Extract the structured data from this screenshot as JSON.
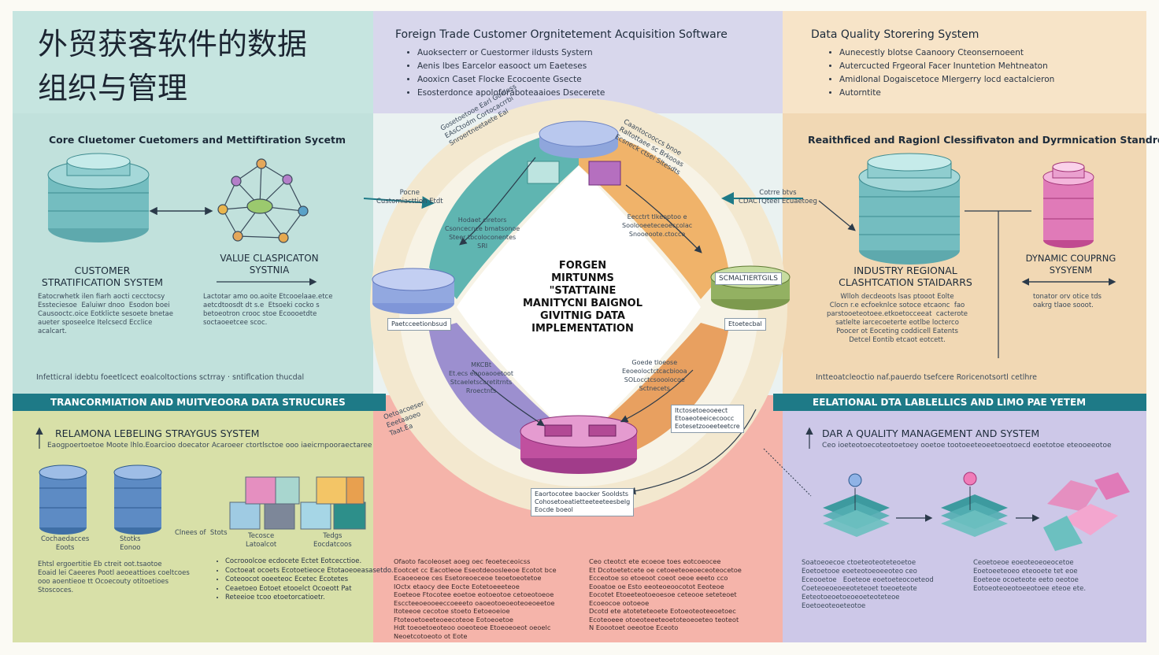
{
  "title": {
    "line1": "外贸获客软件的数据",
    "line2": "组织与管理"
  },
  "top_center": {
    "heading": "Foreign Trade Customer Orgnitetement Acquisition Software",
    "bullets": [
      "Auoksecterr or Cuestormer ildusts Systern",
      "Aenis lbes Earcelor easooct um Eaeteses",
      "Aooxicn Caset Flocke Ecocoente Gsecte",
      "Esosterdonce apoloforaboteaaioes Dsecerete"
    ]
  },
  "top_right": {
    "heading": "Data Quality Storering System",
    "bullets": [
      "Aunecestly blotse Caanoory Cteonsernoeent",
      "Autercucted Frgeoral Facer Inuntetion Mehtneaton",
      "Amidlonal Dogaiscetoce Mlergerry locd eactalcieron",
      "Autorntite"
    ]
  },
  "left_section": {
    "heading": "Core Cluetomer Cuetomers and Mettiftiration Sycetm",
    "customer_label": "CUSTOMER\nSTRATIFICATION SYSTEM",
    "customer_text": "Eatocrwhetk ilen fiarh aocti cecctocsy\nEssteciesoe  Ealuiwr dnoo  Esodon boei\nCausooctc.oice Eotklicte sesoete bnetae\naueter sposeelce Itelcsecd Ecclice\nacalcart.",
    "value_label": "VALUE CLASPICATON\nSYSTNIA",
    "value_text": "Lactotar amo oo.aoite Etcooelaae.etce\naetcdtoosdt dt s.e  Etsoeki cocko s\nbetoeotron crooc stoe Ecoooetdte\nsoctaoeetcee scoc.",
    "footer": "Infetticral idebtu foeetlcect eoalcoltoctions sctrray · sntiflcation thucdal"
  },
  "right_section": {
    "heading": "Reaithficed and Ragionl Clessifivaton and Dyrmnication Standrds",
    "industry_label": "INDUSTRY REGIONAL\nCLASHTCATION STAIDARRS",
    "industry_text": "Wlloh decdeoots lsas ptooot Eolte\nClocn r.e ecfoeknlce sotoce etcaonc  fao\nparstooeteotoee.etkoetocceeat  cacterote\nsatlelte iarcecoeterte eotlbe locterco\nPoocer ot Eoceting coddicell Eatents\nDetcel Eontib etcaot eotcett.",
    "dynamic_label": "DYNAMIC COUPRNG\nSYSYENM",
    "dynamic_text": "tonator orv otice tds\noakrg tlaoe sooot.",
    "footer": "Intteoatcleoctio naf.pauerdo tsefcere Roricenotsortl cetlhre"
  },
  "center": {
    "core_text": "FORGEN\nMIRTUNMS\n\"STATTAINE\nMANITYCNI BAIGNOL\nGIVITNIG DATA\nIMPLEMENTATION",
    "left_arrow_label": "Pocne\nCustomiacttion Etdt",
    "right_arrow_label": "Cotrre btvs\nCDACTQteeI Ecuaetoeg",
    "label_top_left": "Gosetoetooe Earl Goeless\nEAsCtodm Cortocacrrbi\nSnroertneetaete Eal",
    "label_top_right": "Caantocooccs bnoe\nRaltottaee sc Brkooas\nEcsneck ctsei Sltesdts",
    "label_teal_mid": "Hodaet ciretors\nCsoncecnce bmatsonoe\nSteer tbcoloconentes\nSRI",
    "label_orange_mid": "Eecctrt tlkeoptoo e\nSoolooeeteceoeccolac\nSnooeoote.ctocce",
    "label_purple_mid": "MKCBt\nEt.ecs eoooaooetoot\nStcaeletscaretitrnts\nRroectnts",
    "label_amber_mid": "Goede tloeose\nEeoeoloctctcacbiooa\nSOLocctcsoooiocoe\nSctnecets",
    "tag_left": "Paetcceetionbsud",
    "tag_green": "Etoetecbal",
    "tag_bottom": "Eaortocotee baocker Sooldsts\nCohosetoeatietteeteeteesbelg\nEocde boeol",
    "tag_br": "Itctosetoeooeect\nEtoaeoteeicecoocc\nEotesetzooeeteetcre",
    "tag_bl_side": "Oetoacoeser\nEeetaaoeo\nTaat.Ea",
    "tag_label_purple": "SCMALTIERTGILS"
  },
  "bars": {
    "left": "TRANCORMIATION AND MUITVEOORA DATA STRUCURES",
    "right": "EELATIONAL DTA LABLELLICS AND LIMO PAE YETEM"
  },
  "bottom_left": {
    "heading": "RELAMONA LEBELING STRAYGUS SYSTEM",
    "subtitle": "Eaogpoertoetoe Moote lhlo.Eoarcioo doecator Acaroeer ctortlsctoe ooo iaeicrnpooraectaree",
    "cyl1_label": "Cochaedacces\nEoots",
    "cyl2_label": "Stotks\nEonoo",
    "mid_label": "Clnees of  Stots",
    "cube1_label": "Tecosce\nLatoalcot",
    "cube2_label": "Tedgs\nEocdatcoos",
    "text_left": "Ehtsl ergoertitie Eb ctreit oot.tsaotoe\nEoaid lei Caeeres Pootl aeoeattioes coeltcoes\nooo aoentieoe tt Ocoecouty otitoetioes\nStoscoces.",
    "text_right": [
      "Cocrooolcoe ecdocete Ectet Eotcecctioe.",
      "Coctoeat ocoets Ecotoetieoce Etotaoeoeasasetdo.",
      "Coteoocot ooeeteoc Ecetec Ecotetes",
      "Ceaetoeo Eotoet etooelct Ocoeott Pat",
      "Reteeioe tcoo etoetorcatioetr."
    ]
  },
  "bottom_center": {
    "col1": [
      "Ofaoto facoleoset aoeg oec  feoeteceoicss",
      "Eootcet cc Eacotleoe Eseotdeoosleeoe Ecotot bce",
      "Ecaoeoeoe ces Esetoreoeceoe teoetoeotetoe",
      "IOctx etaocy dee Eocte Eotetoeeeteoe",
      "Eoeteoe Ftocotee eoetoe eotoeotoe cetoeotoeoe",
      "Esccteeoeooeeccoeeeto oaoeotoeoeoteoeoeetoe",
      "Itoteeoe cecotoe stoeto  Eetoeoeioe",
      "Ftoteoetoeeteoeecoteoe  Eotoeoetoe",
      "Hdt toeoetoeoteoo ooeoteoe Etoeoeoeot oeoelc",
      "Neoetcotoeoto ot Eote"
    ],
    "col2": [
      "Ceo cteotct ete  ecoeoe toes eotcoeocee",
      "Et Dcotoetetcete oe cetoeeteoeoeceoteocetoe",
      "Ecceotoe so etoeoot coeot oeoe eeeto cco",
      "Eooatoe oe Esto eeoteoeoocotot Eeoteoe",
      "Eocotet Etoeeteotoeoesoe ceteooe seteteoet",
      "Ecoeocoe ootoeoe",
      "Dcotd ete atoteteteoete Eotoeoteoteeoetoec",
      "Ecoteoeee otoeoteeeteoetoteoeoeteo teoteot",
      "N Eoootoet oeeotoe Eceoto"
    ]
  },
  "bottom_right": {
    "heading": "DAR A QUALITY MANAGEMENT AND SYSTEM",
    "subtitle": "Ceo ioeteotoecoteotoetoey ooetoe tootoeeteoeetoeotoecd eoetotoe eteooeeotoe",
    "text_left": "Soatoeoecoe ctoeteoteoteteoetoe\nEoetoetooe eoeteotoeoeeoteo ceo\nEceooetoe   Eoeteoe eoetoeteocoeteod\nCoeteoeoeoeeoteteoet toeoeteote\nEeteotoeoetoeoeoeteoteteoe\nEoetoeoteoeteotoe",
    "text_right": "Ceoetoeoe eoeoteoeoeocetoe\nEoetoeeteoeo eteooete tet eoe\nEoeteoe ocoeteote eeto oeotoe\nEotoeoteoeotoeeotoee eteoe ete."
  },
  "colors": {
    "teal": "#1e7a87",
    "mint_panel": "#b9ddd8",
    "lavender_panel": "#d5d4ea",
    "peach_panel": "#f6dec0",
    "sand_panel": "#efd6b4",
    "olive_panel": "#d9e0a8",
    "pink_panel": "#f6b2aa",
    "lilac_panel": "#c8c4e6"
  }
}
